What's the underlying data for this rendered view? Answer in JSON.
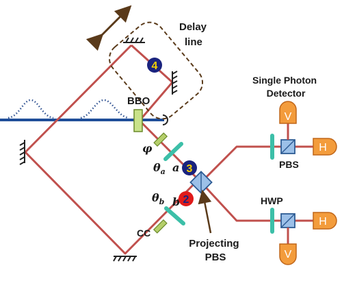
{
  "labels": {
    "delay_line": [
      "Delay",
      "line"
    ],
    "bbo": "BBO",
    "single_photon_detector": [
      "Single Photon",
      "Detector"
    ],
    "pbs_top": "PBS",
    "hwp": "HWP",
    "projecting_pbs": [
      "Projecting",
      "PBS"
    ],
    "cc": "CC",
    "phi": "φ",
    "theta_a": "θ",
    "theta_a_sub": "a",
    "theta_b": "θ",
    "theta_b_sub": "b",
    "path_a": "a",
    "path_b": "b",
    "detector_top_v": "V",
    "detector_top_h": "H",
    "detector_bottom_h": "H",
    "detector_bottom_v": "V"
  },
  "markers": {
    "m4": "4",
    "m3": "3",
    "m2": "2"
  },
  "colors": {
    "beam": "#c0504d",
    "pump": "#1f4e99",
    "waveplate": "#3cbfa8",
    "detector": "#f39c3c",
    "detector_edge": "#c0661a",
    "pbs_face": "#9cc0e8",
    "pbs_edge": "#2e5c94",
    "marker_dark": "#1a237e",
    "marker_red": "#e01a1a",
    "marker_yellow": "#f5d000",
    "delay_box": "#5a3a1a",
    "bbo": "#c9e28a",
    "cc_plate": "#b5cf6b",
    "pulse": "#2c4f90"
  }
}
